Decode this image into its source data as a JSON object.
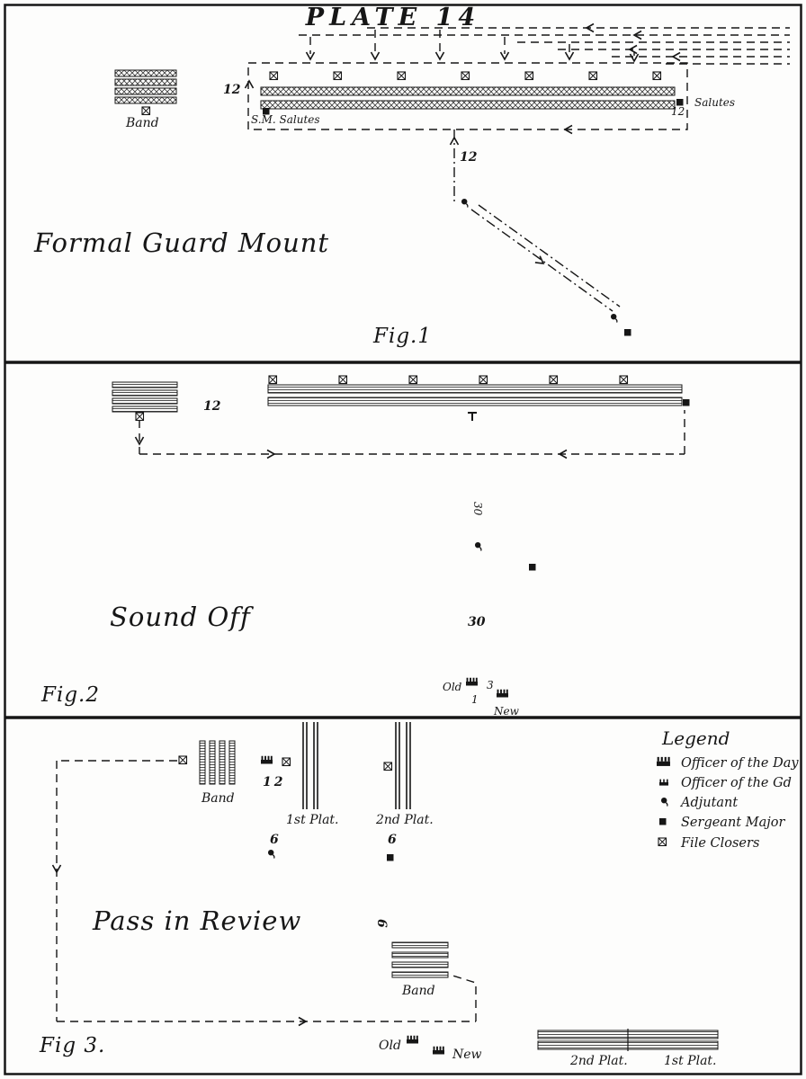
{
  "colors": {
    "ink": "#161616",
    "paper": "#fdfdfc"
  },
  "title": "PLATE 14",
  "fig1": {
    "title": "Formal Guard Mount",
    "caption": "Fig.1",
    "band_label": "Band",
    "paces_left": "12",
    "paces_center": "12",
    "paces_right": "12",
    "salutes_right": "Salutes",
    "sm_salutes": "S.M. Salutes"
  },
  "fig2": {
    "title": "Sound Off",
    "caption": "Fig.2",
    "paces_band": "12",
    "paces_upper": "30",
    "paces_lower": "30",
    "old_label": "Old",
    "new_label": "New",
    "num_three": "3",
    "num_one": "1"
  },
  "fig3": {
    "title": "Pass in Review",
    "caption": "Fig 3.",
    "band_top_label": "Band",
    "band_bottom_label": "Band",
    "paces_band": "12",
    "plat1_label": "1st Plat.",
    "plat2_label": "2nd Plat.",
    "plat1_count": "6",
    "plat2_count": "6",
    "center_count": "6",
    "old_label": "Old",
    "new_label": "New",
    "bottom_plat2_label": "2nd Plat.",
    "bottom_plat1_label": "1st Plat."
  },
  "legend": {
    "title": "Legend",
    "items": [
      {
        "icon": "officer-of-the-day-icon",
        "label": "Officer of the Day"
      },
      {
        "icon": "officer-of-the-guard-icon",
        "label": "Officer of the Gd"
      },
      {
        "icon": "adjutant-icon",
        "label": "Adjutant"
      },
      {
        "icon": "sergeant-major-icon",
        "label": "Sergeant Major"
      },
      {
        "icon": "file-closers-icon",
        "label": "File Closers"
      }
    ]
  }
}
